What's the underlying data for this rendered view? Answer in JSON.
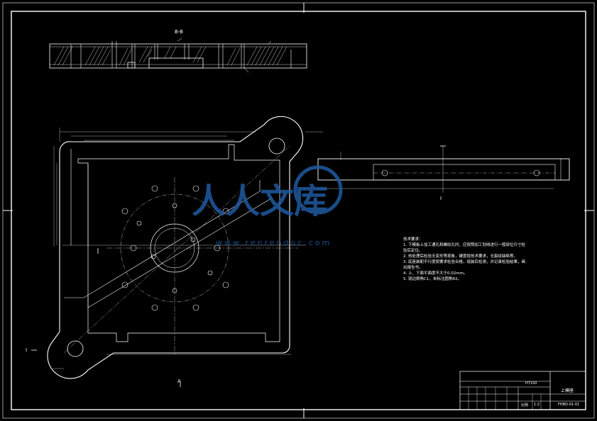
{
  "drawing": {
    "section_label_top": "B-B",
    "section_label_left": "I",
    "section_label_bottom": "A",
    "section_marker_right": "I",
    "colors": {
      "background": "#000000",
      "lines": "#ffffff",
      "watermark": "#1f5aa0"
    }
  },
  "watermark": {
    "logo_text": "人人文库",
    "url_text": "www.renrendoc.com"
  },
  "technical_requirements": {
    "title": "技术要求：",
    "items": [
      "1. 下模板上加工通孔和螺纹孔时，应按照加工划线进行一般部位尺寸检",
      "   验后定位。",
      "2. 热处理后检验无变形等现象，硬度按技术要求，无裂纹缺陷等。",
      "3. 底座装配平行度按要求检验合格，组装后检测，并记录检验结果，画",
      "   出报告书。",
      "4. 上、下面平面度不大于0.02mm。",
      "5. 锐边倒角C1，未标注圆角R2。"
    ]
  },
  "title_block": {
    "material": "HT150",
    "part_name": "上模座",
    "drawing_no": "FHBD-01-01",
    "scale_label": "比例",
    "scale_value": "1:2"
  }
}
